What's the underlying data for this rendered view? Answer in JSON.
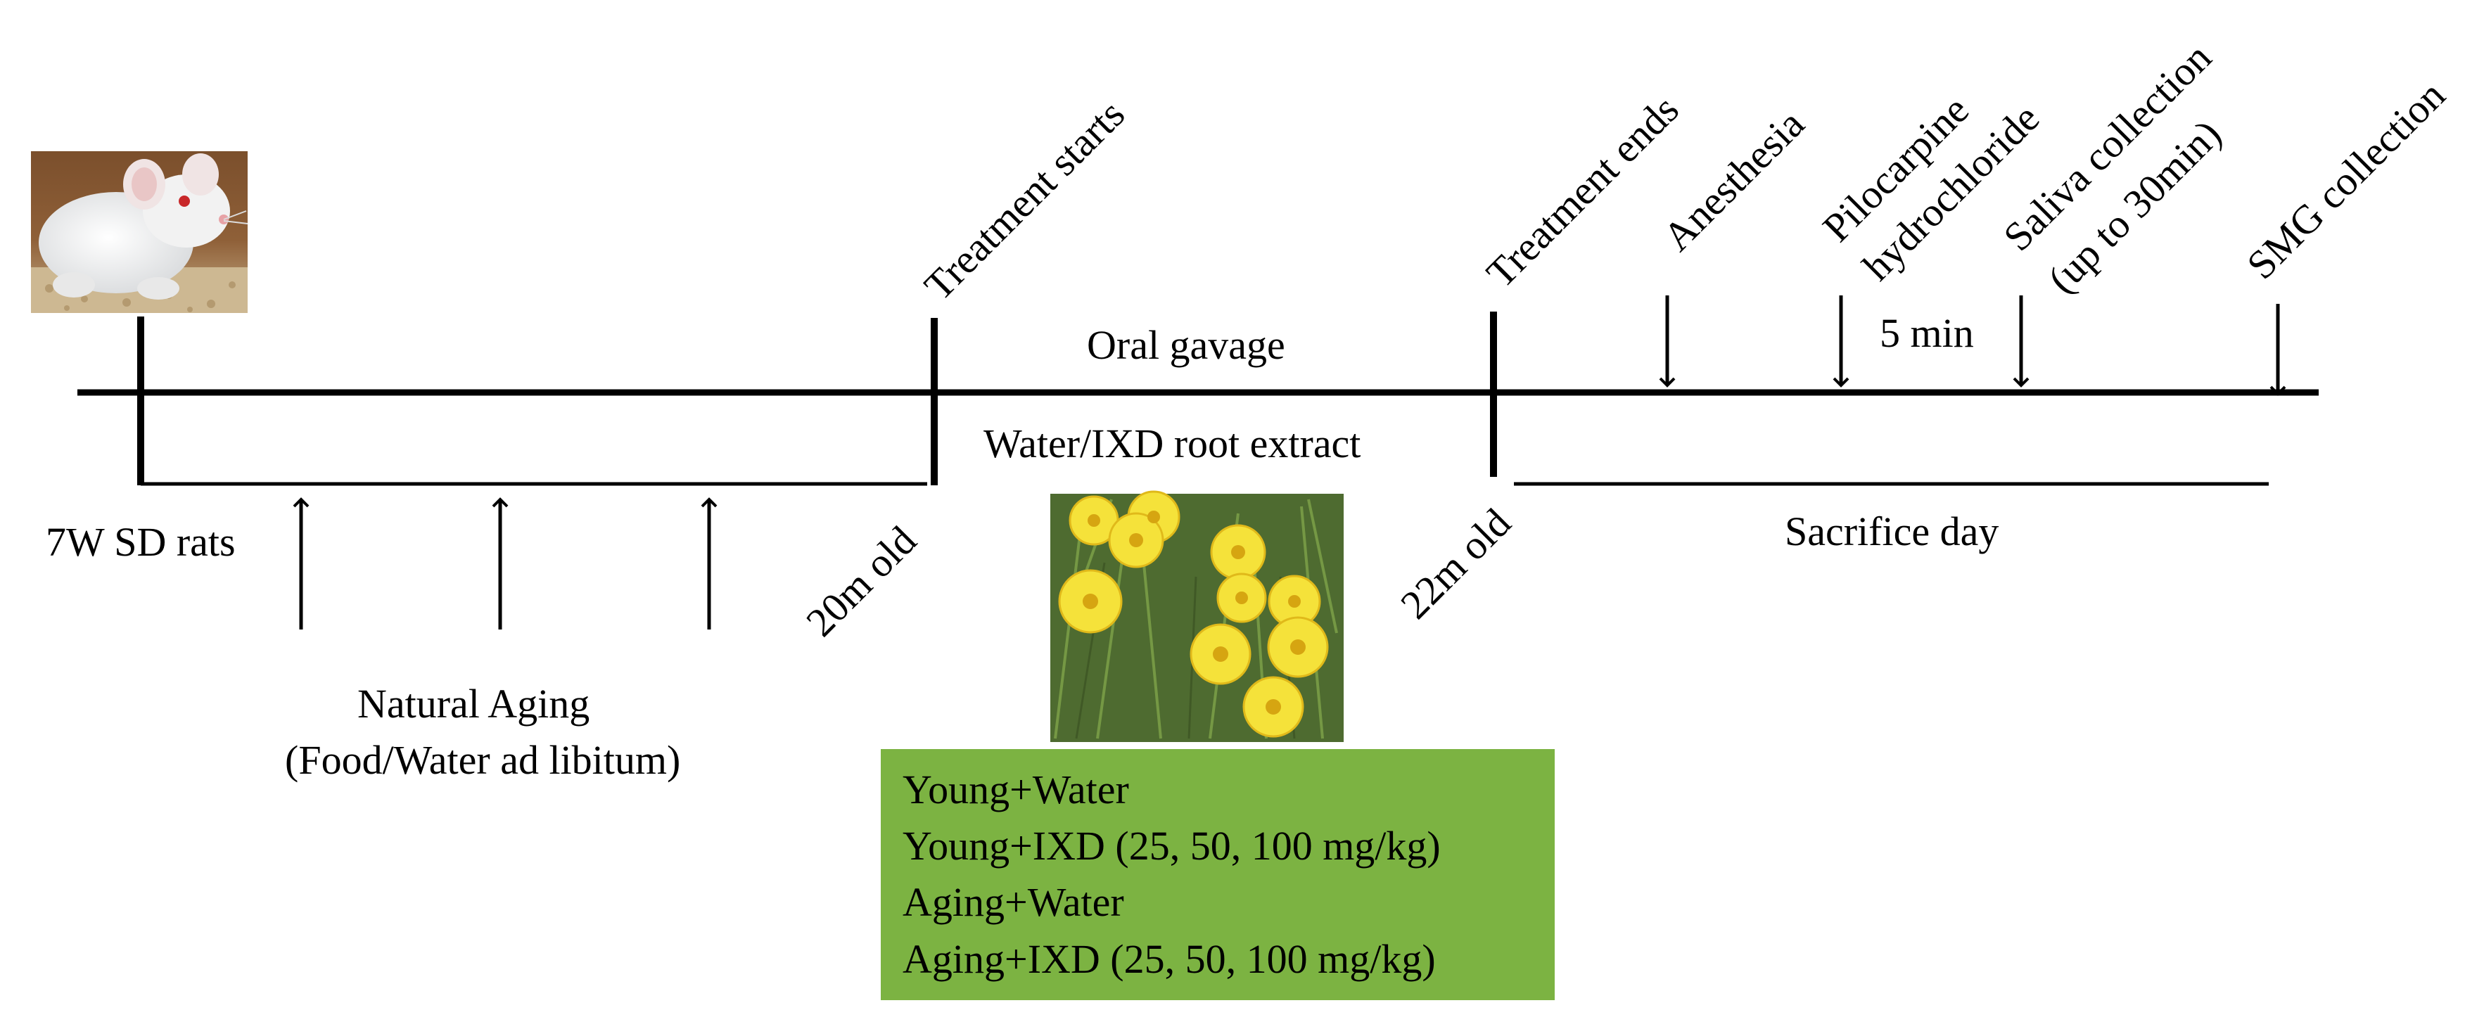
{
  "timeline": {
    "start_label": "7W SD rats",
    "age_20": "20m old",
    "age_22": "22m old",
    "treatment_starts": "Treatment starts",
    "treatment_ends": "Treatment ends",
    "oral_gavage": "Oral gavage",
    "water_ixd": "Water/IXD root extract",
    "natural_aging": "Natural Aging",
    "food_water": "(Food/Water ad libitum)",
    "sacrifice_day": "Sacrifice day"
  },
  "sacrifice_steps": {
    "anesthesia": "Anesthesia",
    "pilocarpine_1": "Pilocarpine",
    "pilocarpine_2": "hydrochloride",
    "five_min": "5 min",
    "saliva_1": "Saliva collection",
    "saliva_2": "(up to 30min)",
    "smg": "SMG collection"
  },
  "groups": [
    "Young+Water",
    "Young+IXD (25, 50, 100 mg/kg)",
    "Aging+Water",
    "Aging+IXD (25, 50, 100 mg/kg)"
  ],
  "colors": {
    "group_box": "#7cb342",
    "rat_bg": "#8a5a34",
    "flower": "#f5e23a",
    "grass": "#5c7a38"
  },
  "icons": {
    "rat_photo": "rat-photo",
    "flower_photo": "dandelion-photo"
  }
}
